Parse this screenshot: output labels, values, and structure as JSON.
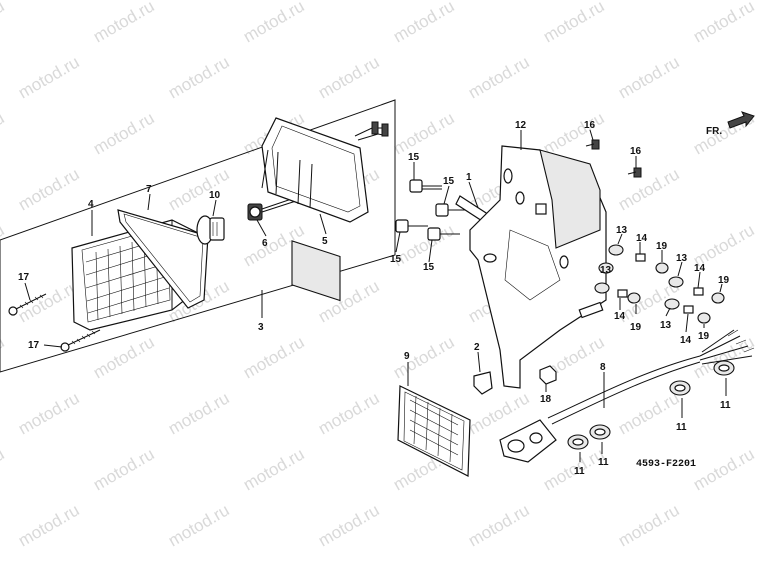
{
  "watermark": "motod.ru",
  "direction_label": "FR.",
  "diagram_code": "4593-F2201",
  "callouts": {
    "c1": "1",
    "c2": "2",
    "c3": "3",
    "c4": "4",
    "c5": "5",
    "c6": "6",
    "c7": "7",
    "c8": "8",
    "c9": "9",
    "c10": "10",
    "c11": "11",
    "c12": "12",
    "c13": "13",
    "c14": "14",
    "c15": "15",
    "c16": "16",
    "c17": "17",
    "c18": "18",
    "c19": "19"
  }
}
